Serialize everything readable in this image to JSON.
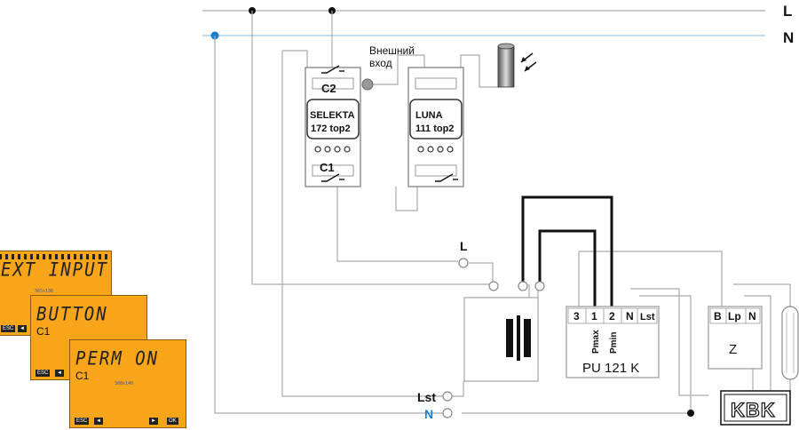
{
  "rails": {
    "l_label": "L",
    "n_label": "N"
  },
  "devices": {
    "selekta": {
      "line1": "SELEKTA",
      "line2": "172 top2",
      "c2": "C2",
      "c1": "C1"
    },
    "luna": {
      "line1": "LUNA",
      "line2": "111 top2"
    },
    "ext_input_label": [
      "Внешний",
      "вход"
    ]
  },
  "terminals": {
    "l": "L",
    "lst": "Lst",
    "n": "N"
  },
  "pu121k": {
    "pins": [
      "3",
      "1",
      "2",
      "N",
      "Lst"
    ],
    "pmax": "Pmax",
    "pmin": "Pmin",
    "name": "PU 121 K"
  },
  "z_block": {
    "pins": [
      "B",
      "Lp",
      "N"
    ],
    "name": "Z"
  },
  "logo": {
    "text": "KBK"
  },
  "displays": [
    {
      "main": "EXT INPUT",
      "sub": "",
      "tiny": "365x136",
      "keys": [
        "ESC",
        "◄"
      ]
    },
    {
      "main": "BUTTON",
      "sub": "C1",
      "tiny": "",
      "keys": [
        "ESC",
        "◄"
      ]
    },
    {
      "main": "PERM ON",
      "sub": "C1",
      "tiny": "300x140",
      "keys": [
        "ESC",
        "◄",
        "►",
        "OK"
      ]
    }
  ],
  "colors": {
    "wire": "#aaaaaa",
    "bold_wire": "#111111",
    "n_rail": "#9cc8ea",
    "n_text": "#1a7fcf",
    "lcd": "#f8a51a"
  }
}
